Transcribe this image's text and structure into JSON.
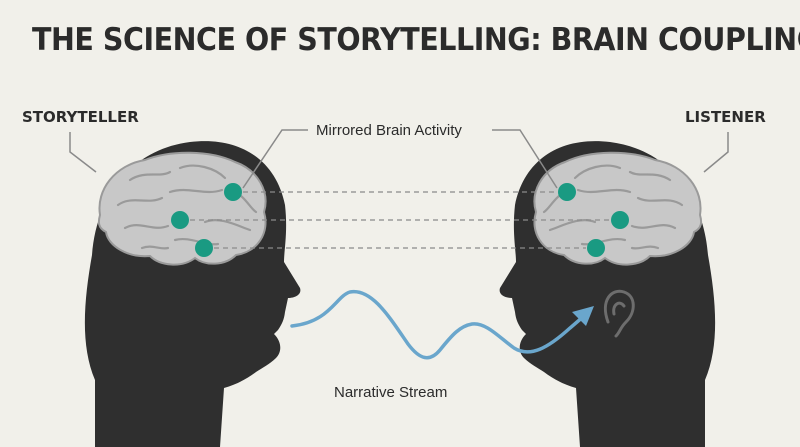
{
  "title": "THE SCIENCE OF STORYTELLING: BRAIN COUPLING",
  "labels": {
    "storyteller": "STORYTELLER",
    "listener": "LISTENER",
    "mirrored_activity": "Mirrored Brain Activity",
    "narrative_stream": "Narrative Stream"
  },
  "colors": {
    "background": "#f1f0ea",
    "silhouette": "#2f2f2f",
    "brain": "#c8c8c8",
    "brain_folds": "#9a9a9a",
    "activity_node": "#1a9a82",
    "stream": "#6aa6cc",
    "connector": "#8a8a8a"
  },
  "icons": {
    "ear": "ear-icon",
    "arrow": "arrow-head-icon"
  }
}
